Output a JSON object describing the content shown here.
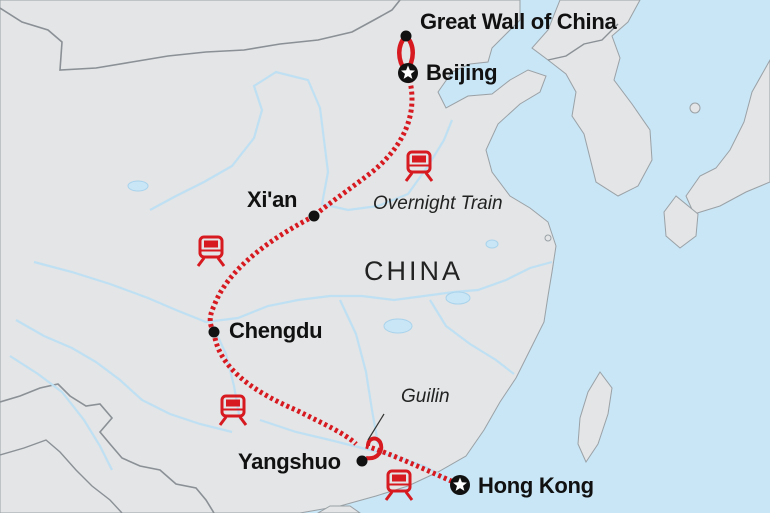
{
  "map": {
    "country": "CHINA",
    "places": {
      "great_wall": "Great Wall of China",
      "beijing": "Beijing",
      "xian": "Xi'an",
      "chengdu": "Chengdu",
      "yangshuo": "Yangshuo",
      "hong_kong": "Hong Kong",
      "guilin": "Guilin"
    },
    "transport_note": "Overnight Train",
    "colors": {
      "sea": "#c9e6f6",
      "land": "#e3e5e6",
      "border": "#8a9096",
      "river": "#bfe0f3",
      "route": "#d71920"
    },
    "icons": [
      "star-icon",
      "train-icon"
    ]
  }
}
